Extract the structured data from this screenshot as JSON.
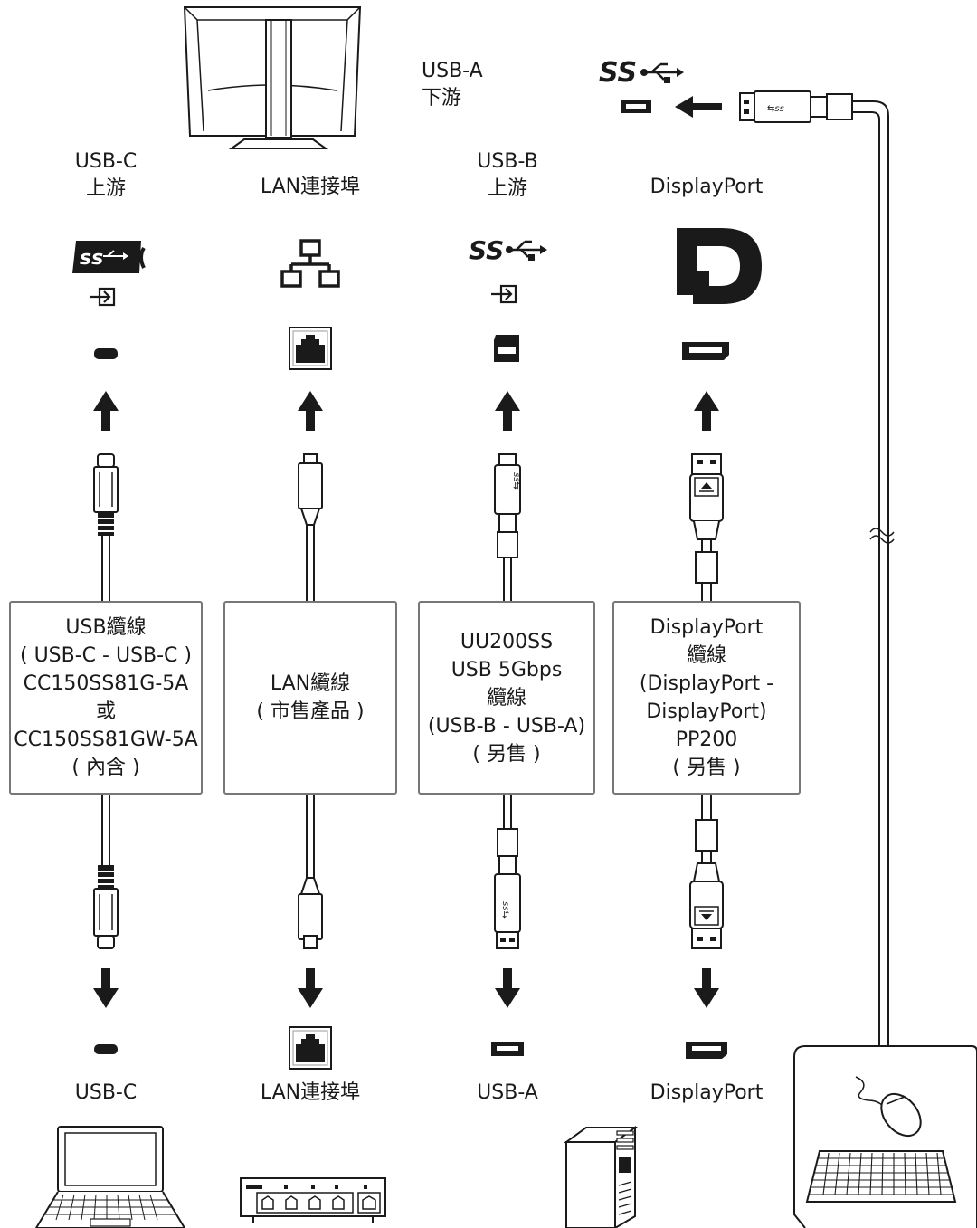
{
  "top_labels": {
    "usbc": [
      "USB-C",
      "上游"
    ],
    "lan": [
      "LAN連接埠"
    ],
    "usbb": [
      "USB-B",
      "上游"
    ],
    "dp": [
      "DisplayPort"
    ],
    "usba_down": [
      "USB-A",
      "下游"
    ]
  },
  "cable_boxes": {
    "usbc": [
      "USB纜線",
      "( USB-C - USB-C )",
      "CC150SS81G-5A",
      "或",
      "CC150SS81GW-5A",
      "( 內含 )"
    ],
    "lan": [
      "LAN纜線",
      "( 市售產品 )"
    ],
    "usbb": [
      "UU200SS",
      "USB 5Gbps",
      "纜線",
      "(USB-B - USB-A)",
      "( 另售 )"
    ],
    "dp": [
      "DisplayPort",
      "纜線",
      "(DisplayPort -",
      "DisplayPort)",
      "PP200",
      "( 另售 )"
    ]
  },
  "bottom_labels": {
    "usbc": "USB-C",
    "lan": "LAN連接埠",
    "usba": "USB-A",
    "dp": "DisplayPort"
  },
  "logo_text": {
    "ss": "SS"
  },
  "colors": {
    "line": "#1a1a1a",
    "box_border": "#777777"
  }
}
